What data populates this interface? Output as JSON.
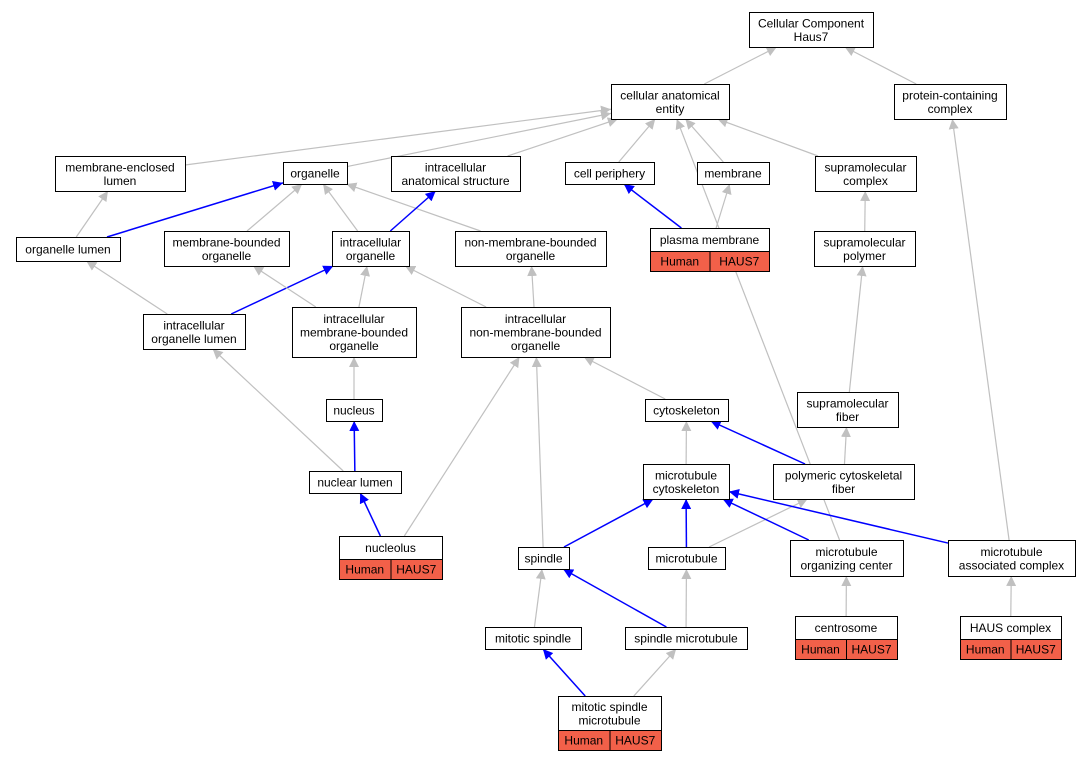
{
  "colors": {
    "edge_gray": "#c0c0c0",
    "edge_blue": "#0000ff",
    "annotation_fill": "#f26049",
    "node_stroke": "#000000",
    "node_fill": "#ffffff"
  },
  "nodes": {
    "root": [
      "Cellular Component",
      "Haus7"
    ],
    "cae": [
      "cellular anatomical",
      "entity"
    ],
    "pcc": [
      "protein-containing",
      "complex"
    ],
    "mel": [
      "membrane-enclosed",
      "lumen"
    ],
    "org": [
      "organelle"
    ],
    "ias": [
      "intracellular",
      "anatomical structure"
    ],
    "cp": [
      "cell periphery"
    ],
    "mem": [
      "membrane"
    ],
    "smc": [
      "supramolecular",
      "complex"
    ],
    "ol": [
      "organelle lumen"
    ],
    "mbo": [
      "membrane-bounded",
      "organelle"
    ],
    "io": [
      "intracellular",
      "organelle"
    ],
    "nmbo": [
      "non-membrane-bounded",
      "organelle"
    ],
    "pm": [
      "plasma membrane"
    ],
    "smp": [
      "supramolecular",
      "polymer"
    ],
    "iol": [
      "intracellular",
      "organelle lumen"
    ],
    "imbo": [
      "intracellular",
      "membrane-bounded",
      "organelle"
    ],
    "inmbo": [
      "intracellular",
      "non-membrane-bounded",
      "organelle"
    ],
    "nuc": [
      "nucleus"
    ],
    "cyt": [
      "cytoskeleton"
    ],
    "smf": [
      "supramolecular",
      "fiber"
    ],
    "nl": [
      "nuclear lumen"
    ],
    "mtc": [
      "microtubule",
      "cytoskeleton"
    ],
    "pcf": [
      "polymeric cytoskeletal",
      "fiber"
    ],
    "nuo": [
      "nucleolus"
    ],
    "spi": [
      "spindle"
    ],
    "mt": [
      "microtubule"
    ],
    "mtoc": [
      "microtubule",
      "organizing center"
    ],
    "mtac": [
      "microtubule",
      "associated complex"
    ],
    "ms": [
      "mitotic spindle"
    ],
    "smt": [
      "spindle microtubule"
    ],
    "cen": [
      "centrosome"
    ],
    "haus": [
      "HAUS complex"
    ],
    "msm": [
      "mitotic spindle",
      "microtubule"
    ]
  },
  "annotations": {
    "species": "Human",
    "gene": "HAUS7",
    "annotated_nodes": [
      "pm",
      "nuo",
      "cen",
      "haus",
      "msm"
    ]
  },
  "edges": [
    {
      "from": "cae",
      "to": "root",
      "color": "gray"
    },
    {
      "from": "pcc",
      "to": "root",
      "color": "gray"
    },
    {
      "from": "mel",
      "to": "cae",
      "color": "gray"
    },
    {
      "from": "org",
      "to": "cae",
      "color": "gray"
    },
    {
      "from": "ias",
      "to": "cae",
      "color": "gray"
    },
    {
      "from": "cp",
      "to": "cae",
      "color": "gray"
    },
    {
      "from": "mem",
      "to": "cae",
      "color": "gray"
    },
    {
      "from": "smc",
      "to": "cae",
      "color": "gray"
    },
    {
      "from": "mtoc",
      "to": "cae",
      "color": "gray"
    },
    {
      "from": "ol",
      "to": "mel",
      "color": "gray"
    },
    {
      "from": "ol",
      "to": "org",
      "color": "blue"
    },
    {
      "from": "mbo",
      "to": "org",
      "color": "gray"
    },
    {
      "from": "io",
      "to": "org",
      "color": "gray"
    },
    {
      "from": "nmbo",
      "to": "org",
      "color": "gray"
    },
    {
      "from": "io",
      "to": "ias",
      "color": "blue"
    },
    {
      "from": "pm",
      "to": "cp",
      "color": "blue"
    },
    {
      "from": "pm",
      "to": "mem",
      "color": "gray"
    },
    {
      "from": "smp",
      "to": "smc",
      "color": "gray"
    },
    {
      "from": "iol",
      "to": "ol",
      "color": "gray"
    },
    {
      "from": "iol",
      "to": "io",
      "color": "blue"
    },
    {
      "from": "imbo",
      "to": "mbo",
      "color": "gray"
    },
    {
      "from": "imbo",
      "to": "io",
      "color": "gray"
    },
    {
      "from": "inmbo",
      "to": "io",
      "color": "gray"
    },
    {
      "from": "inmbo",
      "to": "nmbo",
      "color": "gray"
    },
    {
      "from": "nuc",
      "to": "imbo",
      "color": "gray"
    },
    {
      "from": "nl",
      "to": "iol",
      "color": "gray"
    },
    {
      "from": "nl",
      "to": "nuc",
      "color": "blue"
    },
    {
      "from": "nuo",
      "to": "nl",
      "color": "blue"
    },
    {
      "from": "nuo",
      "to": "inmbo",
      "color": "gray"
    },
    {
      "from": "spi",
      "to": "inmbo",
      "color": "gray"
    },
    {
      "from": "cyt",
      "to": "inmbo",
      "color": "gray"
    },
    {
      "from": "smf",
      "to": "smp",
      "color": "gray"
    },
    {
      "from": "pcf",
      "to": "smf",
      "color": "gray"
    },
    {
      "from": "pcf",
      "to": "cyt",
      "color": "blue"
    },
    {
      "from": "mtc",
      "to": "cyt",
      "color": "gray"
    },
    {
      "from": "spi",
      "to": "mtc",
      "color": "blue"
    },
    {
      "from": "mt",
      "to": "mtc",
      "color": "blue"
    },
    {
      "from": "mt",
      "to": "pcf",
      "color": "gray"
    },
    {
      "from": "mtoc",
      "to": "mtc",
      "color": "blue"
    },
    {
      "from": "mtac",
      "to": "mtc",
      "color": "blue"
    },
    {
      "from": "mtac",
      "to": "pcc",
      "color": "gray"
    },
    {
      "from": "ms",
      "to": "spi",
      "color": "gray"
    },
    {
      "from": "smt",
      "to": "spi",
      "color": "blue"
    },
    {
      "from": "smt",
      "to": "mt",
      "color": "gray"
    },
    {
      "from": "cen",
      "to": "mtoc",
      "color": "gray"
    },
    {
      "from": "haus",
      "to": "mtac",
      "color": "gray"
    },
    {
      "from": "msm",
      "to": "ms",
      "color": "blue"
    },
    {
      "from": "msm",
      "to": "smt",
      "color": "gray"
    }
  ]
}
